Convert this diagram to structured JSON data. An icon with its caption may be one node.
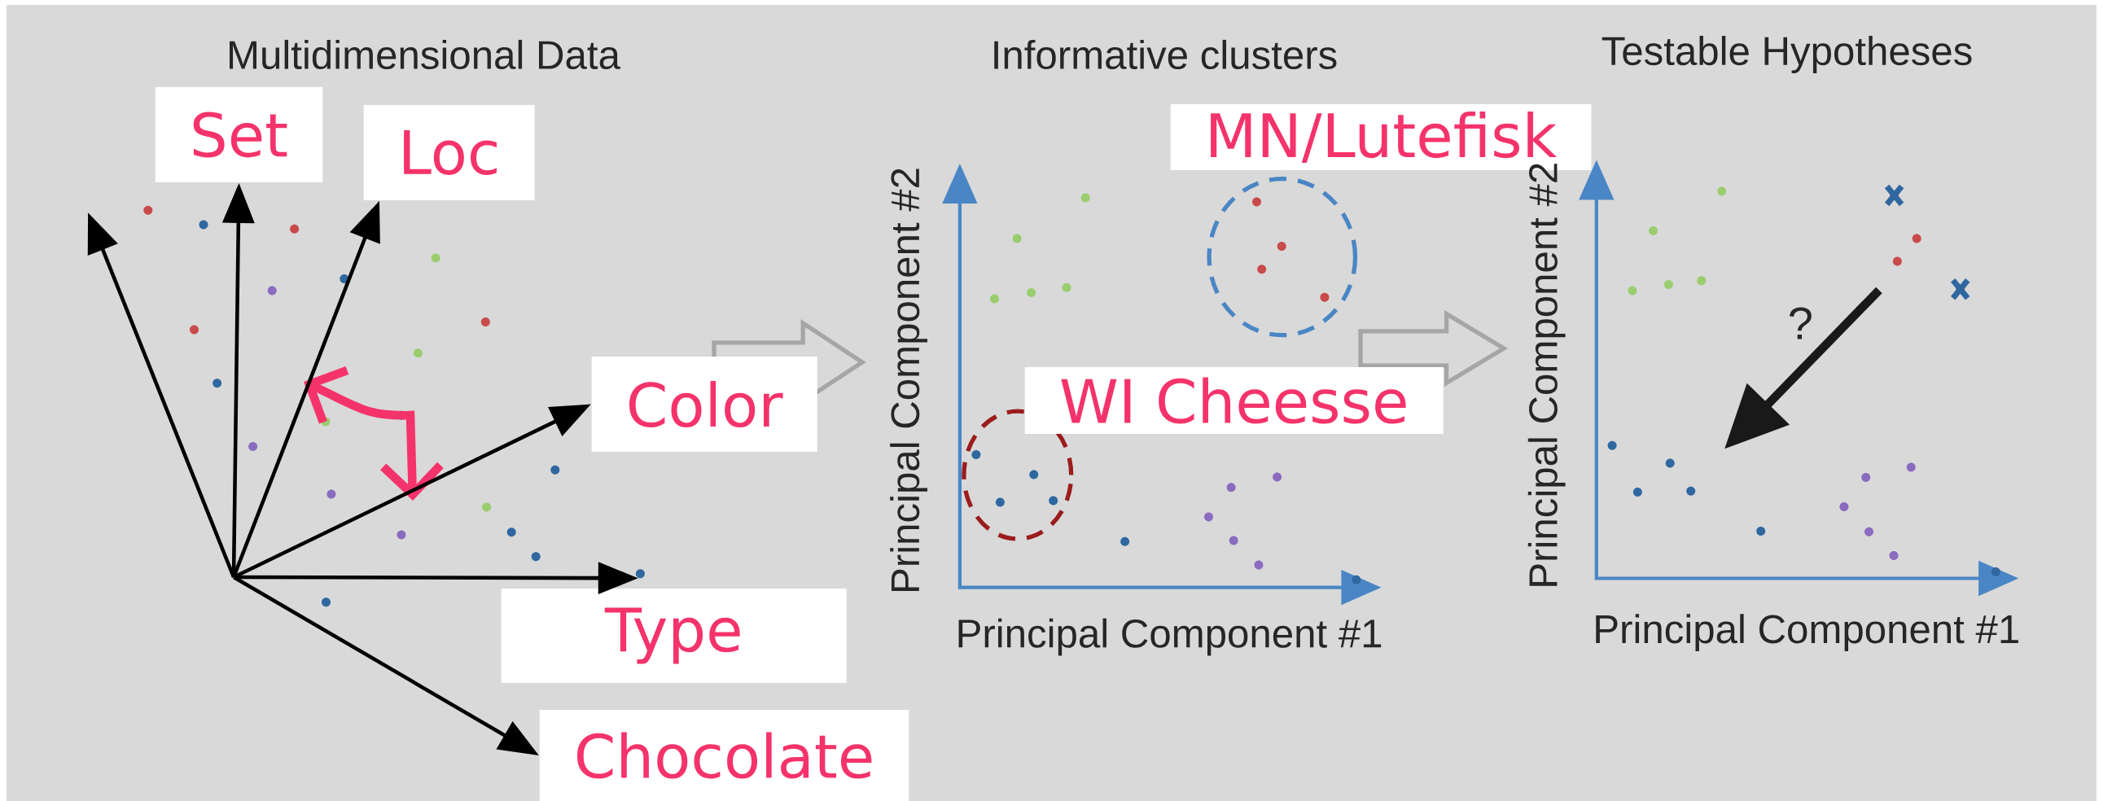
{
  "diagram": {
    "nodes": [
      {
        "text": [
          "Set"
        ]
      },
      {
        "text": [
          "Loc"
        ]
      },
      {
        "text": [
          "Color"
        ]
      },
      {
        "text": [
          "Type"
        ]
      },
      {
        "text": [
          "Chocolate"
        ]
      },
      {
        "text": [
          "MN/Lutefisk"
        ]
      },
      {
        "text": [
          "WI Cheesse"
        ]
      }
    ],
    "edges": [
      {
        "from": null,
        "to": 0,
        "arrow": "to"
      },
      {
        "from": null,
        "to": 1,
        "arrow": "to"
      },
      {
        "from": null,
        "to": 2,
        "arrow": "to"
      },
      {
        "from": null,
        "to": 3,
        "arrow": "to"
      },
      {
        "from": null,
        "to": 4,
        "arrow": "to"
      }
    ],
    "labels": [
      "Multidimensional Data",
      "Informative clusters",
      "Testable Hypotheses",
      "Principal Component #2",
      "Principal Component #1",
      "?",
      "Principal Component #2",
      "Principal Component #1"
    ]
  }
}
